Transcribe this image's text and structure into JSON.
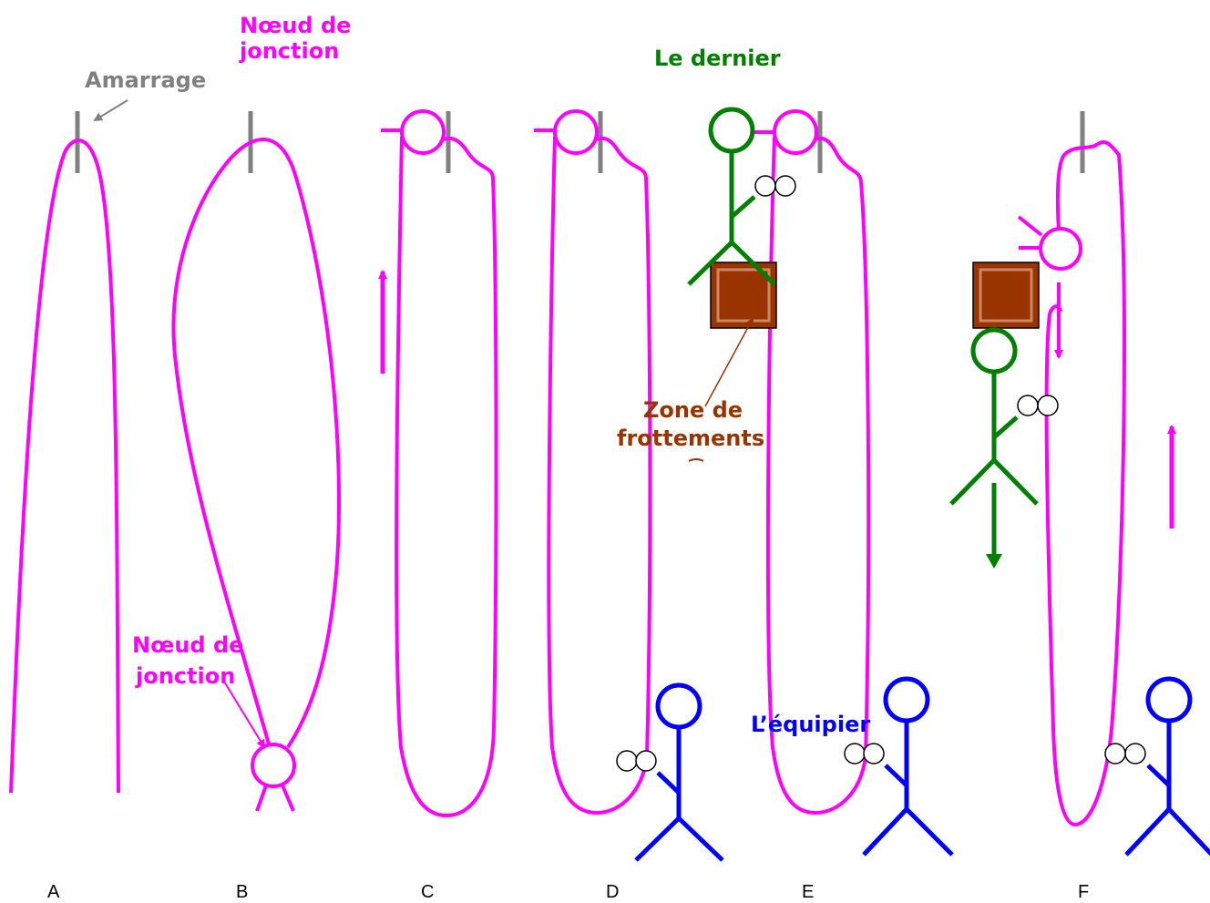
{
  "colors": {
    "rope": "#ff00ff",
    "anchor": "#808080",
    "last_climber": "#008000",
    "teammate": "#0000ff",
    "friction_zone": "#993300"
  },
  "labels": {
    "anchor": "Amarrage",
    "junction_knot_top_line1": "Nœud de",
    "junction_knot_top_line2": "jonction",
    "junction_knot_b_line1": "Nœud de",
    "junction_knot_b_line2": "jonction",
    "last_climber": "Le dernier",
    "friction_line1": "Zone de",
    "friction_line2": "frottements",
    "teammate": "L’équipier"
  },
  "panels": [
    "A",
    "B",
    "C",
    "D",
    "E",
    "F"
  ],
  "icons": [
    "anchor-bar",
    "junction-knot",
    "stick-figure",
    "descender",
    "friction-block",
    "arrow"
  ]
}
